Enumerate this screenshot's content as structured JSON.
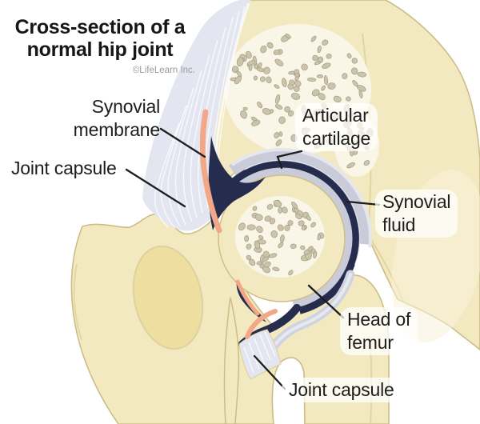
{
  "title": {
    "line1": "Cross-section of a",
    "line2": "normal hip joint"
  },
  "credit": "©LifeLearn Inc.",
  "labels": {
    "synovial_membrane": {
      "line1": "Synovial",
      "line2": "membrane"
    },
    "joint_capsule_left": {
      "text": "Joint capsule"
    },
    "articular_cartilage": {
      "line1": "Articular",
      "line2": "cartilage"
    },
    "synovial_fluid": {
      "line1": "Synovial",
      "line2": "fluid"
    },
    "head_of_femur": {
      "line1": "Head of",
      "line2": "femur"
    },
    "joint_capsule_bottom": {
      "text": "Joint capsule"
    }
  },
  "colors": {
    "background": "#ffffff",
    "bone_fill": "#f3e9c0",
    "bone_outline": "#cdbc84",
    "bone_shading": "#eedd9d",
    "bone_crease": "#ddcf9b",
    "bone_highlight": "#f8f2da",
    "cancellous_bg": "#faf6e7",
    "speckle": "#ccc3ab",
    "speckle_outline": "#a59c85",
    "articular_cartilage": "#c9cbd8",
    "cartilage_edge_light": "#e6e7ee",
    "synovial_fluid": "#262c4e",
    "synovial_membrane": "#f2a888",
    "joint_capsule": "#e3e6f0",
    "capsule_fiber": "#ffffff",
    "ligament_band": "#cfd2df",
    "ligament_highlight": "#e9ebf2",
    "leader_line": "#1d1d1d",
    "label_text": "#1d1d1d",
    "credit_text": "#9b9b9b"
  }
}
